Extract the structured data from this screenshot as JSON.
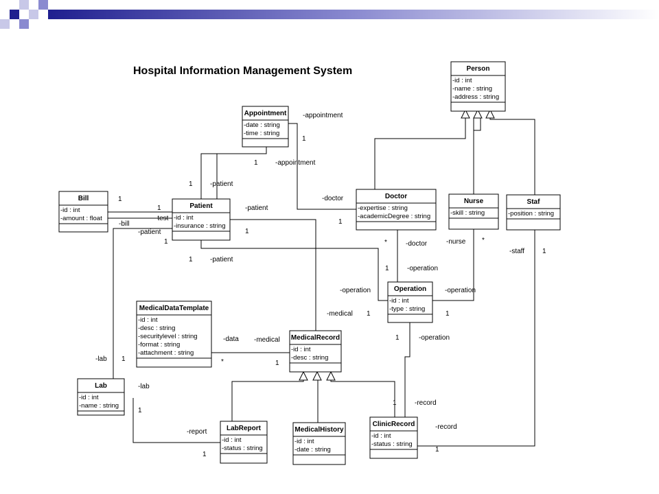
{
  "slide": {
    "title": "Hospital Information Management System",
    "accent_colors": [
      "#1f1f8f",
      "#8a8ad0",
      "#c8c8e8"
    ]
  },
  "classes": [
    {
      "id": "person",
      "name": "Person",
      "attrs": [
        "-id : int",
        "-name : string",
        "-address : string"
      ]
    },
    {
      "id": "appointment",
      "name": "Appointment",
      "attrs": [
        "-date : string",
        "-time : string"
      ]
    },
    {
      "id": "bill",
      "name": "Bill",
      "attrs": [
        "-id : int",
        "-amount : float"
      ]
    },
    {
      "id": "patient",
      "name": "Patient",
      "attrs": [
        "-id : int",
        "-insurance : string"
      ]
    },
    {
      "id": "doctor",
      "name": "Doctor",
      "attrs": [
        "-expertise : string",
        "-academicDegree : string"
      ]
    },
    {
      "id": "nurse",
      "name": "Nurse",
      "attrs": [
        "-skill : string"
      ]
    },
    {
      "id": "staf",
      "name": "Staf",
      "attrs": [
        "-position : string"
      ]
    },
    {
      "id": "operation",
      "name": "Operation",
      "attrs": [
        "-id : int",
        "-type : string"
      ]
    },
    {
      "id": "medicaldatatemplate",
      "name": "MedicalDataTemplate",
      "attrs": [
        "-id : int",
        "-desc : string",
        "-securitylevel : string",
        "-format : string",
        "-attachment : string"
      ]
    },
    {
      "id": "medicalrecord",
      "name": "MedicalRecord",
      "attrs": [
        "-id : int",
        "-desc : string"
      ]
    },
    {
      "id": "lab",
      "name": "Lab",
      "attrs": [
        "-id : int",
        "-name : string"
      ]
    },
    {
      "id": "labreport",
      "name": "LabReport",
      "attrs": [
        "-id : int",
        "-status : string"
      ]
    },
    {
      "id": "medicalhistory",
      "name": "MedicalHistory",
      "attrs": [
        "-id : int",
        "-date : string"
      ]
    },
    {
      "id": "clinicrecord",
      "name": "ClinicRecord",
      "attrs": [
        "-id : int",
        "-status : string"
      ]
    }
  ],
  "labels": [
    "-appointment",
    "1",
    "1",
    "-appointment",
    "1",
    "-patient",
    "1",
    "1",
    "-test",
    "-bill",
    "-patient",
    "1",
    "-patient",
    "1",
    "1",
    "-patient",
    "-doctor",
    "1",
    "*",
    "-doctor",
    "-nurse",
    "*",
    "-staff",
    "1",
    "1",
    "-operation",
    "-operation",
    "1",
    "-operation",
    "1",
    "1",
    "-operation",
    "-medical",
    "-data",
    "-medical",
    "*",
    "1",
    "-lab",
    "1",
    "-lab",
    "1",
    "-report",
    "1",
    "1",
    "-record",
    "-record",
    "1"
  ]
}
